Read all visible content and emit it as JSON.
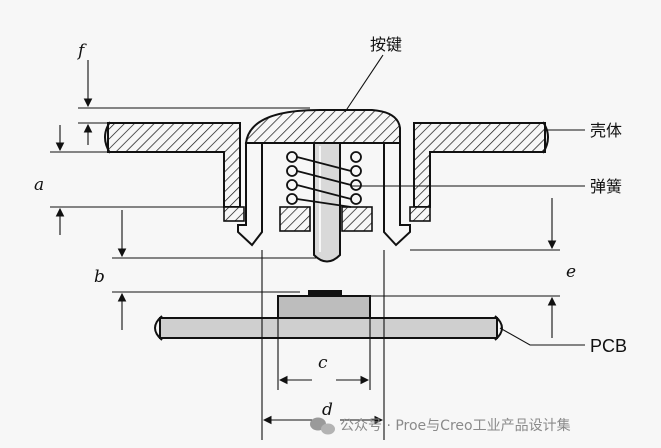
{
  "labels": {
    "button": "按键",
    "housing": "壳体",
    "spring": "弹簧",
    "pcb": "PCB",
    "dim_f": "f",
    "dim_a": "a",
    "dim_b": "b",
    "dim_c": "c",
    "dim_d": "d",
    "dim_e": "e"
  },
  "watermark": {
    "text": "公众号 · Proe与Creo工业产品设计集",
    "icon": "wechat-icon"
  },
  "colors": {
    "ink": "#111111",
    "background": "#f7f7f7",
    "watermark": "#8a8a8a"
  }
}
